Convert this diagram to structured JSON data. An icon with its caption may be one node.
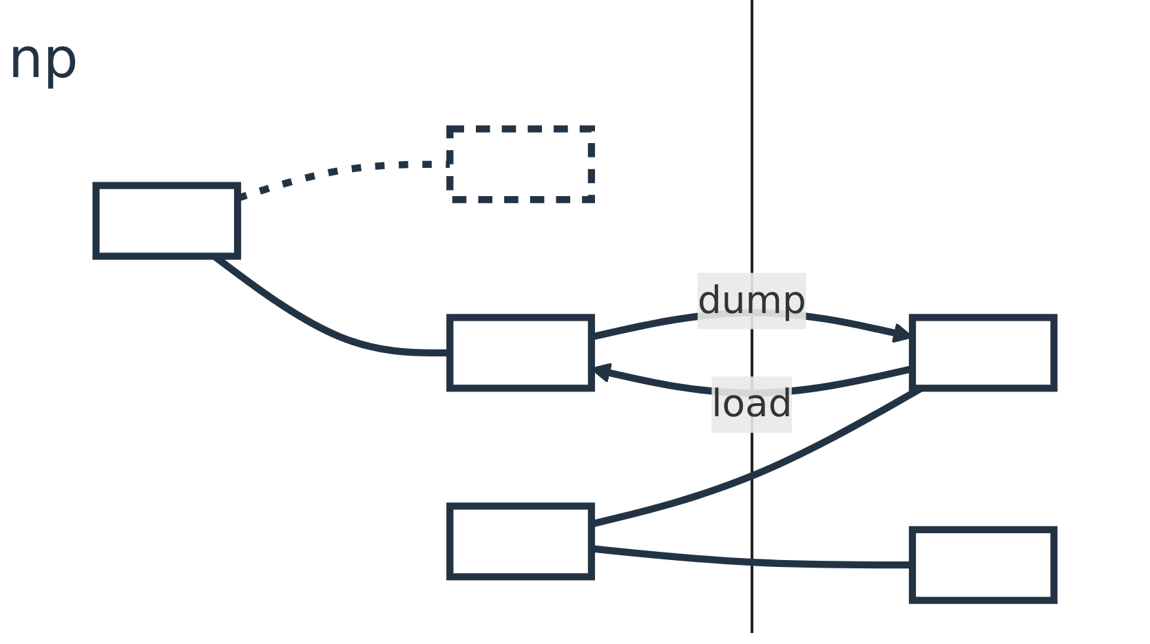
{
  "diagram": {
    "nodes": [
      {
        "text": [],
        "shape": "box"
      },
      {
        "text": [],
        "shape": "box"
      },
      {
        "text": [],
        "shape": "box"
      },
      {
        "text": [],
        "shape": "box"
      },
      {
        "text": [],
        "shape": "box"
      },
      {
        "text": [],
        "shape": "box"
      }
    ],
    "edges": [
      {
        "from": 0,
        "to": 1,
        "arrow": "none",
        "style": "dashed"
      },
      {
        "from": 0,
        "to": 2,
        "arrow": "none"
      },
      {
        "from": 4,
        "to": 2,
        "arrow": "to",
        "label": "load"
      },
      {
        "from": 2,
        "to": 4,
        "arrow": "to",
        "label": "dump"
      },
      {
        "from": 3,
        "to": 4,
        "arrow": "none"
      },
      {
        "from": 3,
        "to": 5,
        "arrow": "none"
      }
    ],
    "labels": [
      "np"
    ]
  }
}
